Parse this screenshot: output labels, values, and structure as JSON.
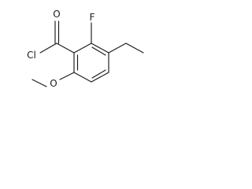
{
  "molecule": {
    "atom_labels": {
      "oxygen_carbonyl": "O",
      "chlorine": "Cl",
      "fluorine": "F",
      "oxygen_methoxy": "O"
    }
  }
}
